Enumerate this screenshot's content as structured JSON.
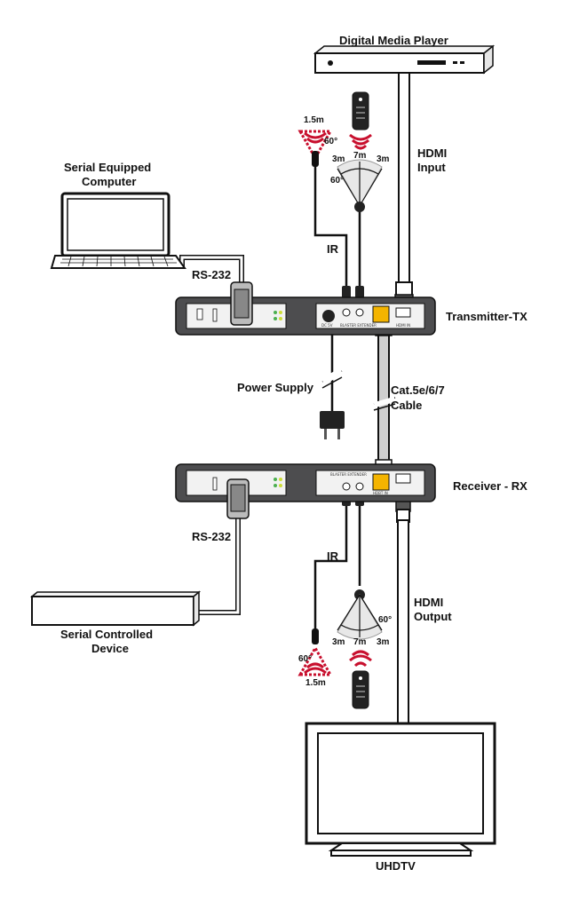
{
  "labels": {
    "digital_media_player": "Digital Media Player",
    "serial_equipped_computer_1": "Serial Equipped",
    "serial_equipped_computer_2": "Computer",
    "rs232_top": "RS-232",
    "rs232_bottom": "RS-232",
    "hdmi_input_1": "HDMI",
    "hdmi_input_2": "Input",
    "hdmi_output_1": "HDMI",
    "hdmi_output_2": "Output",
    "ir_top": "IR",
    "ir_bottom": "IR",
    "transmitter": "Transmitter-TX",
    "receiver": "Receiver - RX",
    "power_supply": "Power Supply",
    "cat_cable_1": "Cat.5e/6/7",
    "cat_cable_2": "Cable",
    "serial_controlled_device_1": "Serial Controlled",
    "serial_controlled_device_2": "Device",
    "uhdtv": "UHDTV"
  },
  "ir_ranges": {
    "top": {
      "blaster_range": "1.5m",
      "blaster_angle": "60°",
      "left": "3m",
      "center": "7m",
      "right": "3m",
      "angle": "60°"
    },
    "bottom": {
      "blaster_range": "1.5m",
      "blaster_angle": "60°",
      "left": "3m",
      "center": "7m",
      "right": "3m",
      "angle": "60°"
    }
  },
  "colors": {
    "device_body": "#4d4d4f",
    "panel": "#f2f2f2",
    "ir_red": "#c8102e",
    "cable_gray": "#cfcfcf",
    "line_black": "#111111"
  }
}
